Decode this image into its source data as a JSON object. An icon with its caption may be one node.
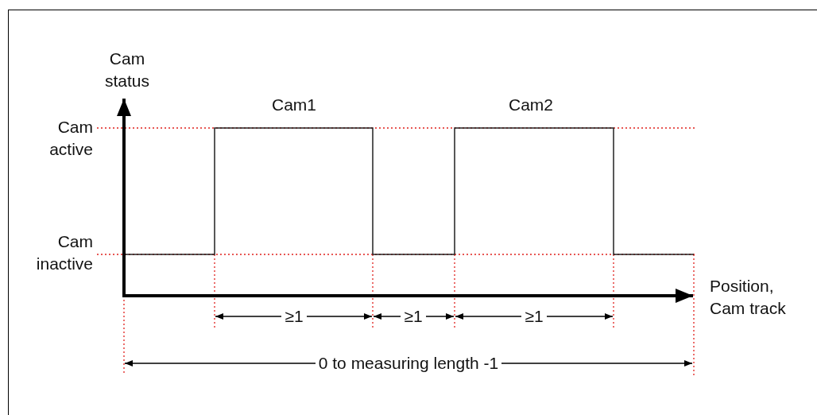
{
  "diagram": {
    "labels": [
      "Cam status",
      "Cam active",
      "Cam1",
      "Cam2",
      "Cam inactive",
      "Position, Cam track",
      "≥1",
      "≥1",
      "≥1",
      "0 to measuring length -1"
    ]
  }
}
